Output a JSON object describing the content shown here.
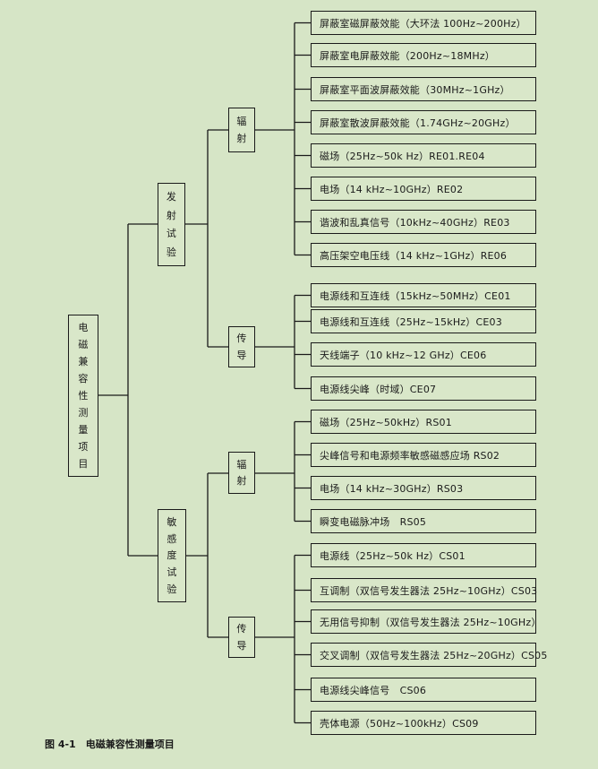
{
  "root": "电磁兼容性测量项目",
  "groups": [
    {
      "label": "发射试验",
      "subs": [
        {
          "label": "辐射",
          "items": [
            "屏蔽室磁屏蔽效能（大环法 100Hz~200Hz）",
            "屏蔽室电屏蔽效能（200Hz~18MHz）",
            "屏蔽室平面波屏蔽效能（30MHz~1GHz）",
            "屏蔽室散波屏蔽效能（1.74GHz~20GHz）",
            "磁场（25Hz~50k Hz）RE01.RE04",
            "电场（14 kHz~10GHz）RE02",
            "谐波和乱真信号（10kHz~40GHz）RE03",
            "高压架空电压线（14 kHz~1GHz）RE06"
          ]
        },
        {
          "label": "传导",
          "items": [
            "电源线和互连线（15kHz~50MHz）CE01",
            "电源线和互连线（25Hz~15kHz）CE03",
            "天线端子（10 kHz~12 GHz）CE06",
            "电源线尖峰（时域）CE07"
          ]
        }
      ]
    },
    {
      "label": "敏感度试验",
      "subs": [
        {
          "label": "辐射",
          "items": [
            "磁场（25Hz~50kHz）RS01",
            "尖峰信号和电源频率敏感磁感应场 RS02",
            "电场（14 kHz~30GHz）RS03",
            "瞬变电磁脉冲场　RS05"
          ]
        },
        {
          "label": "传导",
          "items": [
            "电源线（25Hz~50k Hz）CS01",
            "互调制（双信号发生器法 25Hz~10GHz）CS03",
            "无用信号抑制（双信号发生器法 25Hz~10GHz）",
            "交叉调制（双信号发生器法 25Hz~20GHz）CS05",
            "电源线尖峰信号　CS06",
            "壳体电源（50Hz~100kHz）CS09"
          ]
        }
      ]
    }
  ],
  "caption": "图 4-1　电磁兼容性测量项目"
}
